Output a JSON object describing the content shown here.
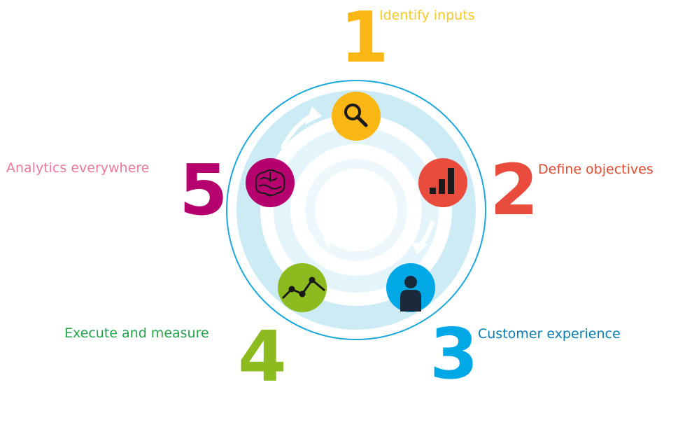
{
  "steps": [
    {
      "number": "1",
      "label": "Identify inputs",
      "icon": "magnifier-icon",
      "color": "#fab714"
    },
    {
      "number": "2",
      "label": "Define objectives",
      "icon": "bar-chart-icon",
      "color": "#e94b3c"
    },
    {
      "number": "3",
      "label": "Customer experience",
      "icon": "person-icon",
      "color": "#00a9e6"
    },
    {
      "number": "4",
      "label": "Execute and measure",
      "icon": "line-graph-icon",
      "color": "#8cbb1f"
    },
    {
      "number": "5",
      "label": "Analytics everywhere",
      "icon": "brain-icon",
      "color": "#b5006e"
    }
  ],
  "colors": {
    "ring_outline": "#1aa8dc",
    "ring_fill": "#cdebf5",
    "ring_inner": "#e3f4fa",
    "label_yellow": "#f5c823",
    "label_red": "#e2472f",
    "label_blue": "#0a7eb3",
    "label_green": "#21a34a",
    "label_pink": "#e8789f"
  }
}
